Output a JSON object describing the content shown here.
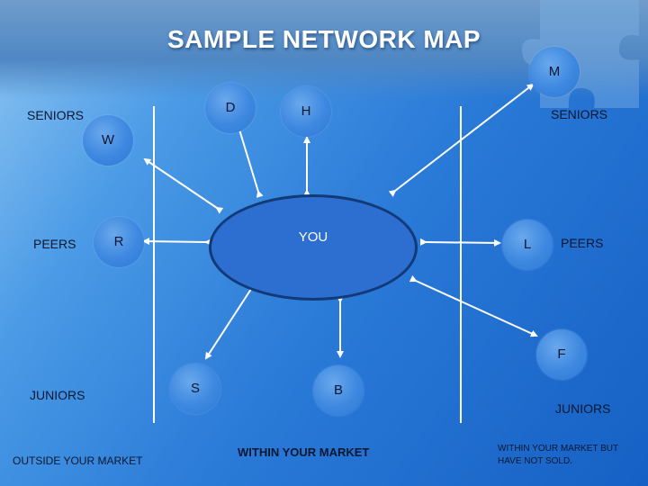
{
  "title": "SAMPLE NETWORK MAP",
  "center_node": "YOU",
  "nodes": {
    "M": "M",
    "D": "D",
    "H": "H",
    "W": "W",
    "R": "R",
    "L": "L",
    "F": "F",
    "S": "S",
    "B": "B"
  },
  "left_column": {
    "seniors": "SENIORS",
    "peers": "PEERS",
    "juniors": "JUNIORS",
    "caption": "OUTSIDE YOUR MARKET"
  },
  "middle_column": {
    "caption": "WITHIN YOUR MARKET"
  },
  "right_column": {
    "seniors": "SENIORS",
    "peers": "PEERS",
    "juniors": "JUNIORS",
    "caption": "WITHIN YOUR  MARKET BUT HAVE NOT SOLD."
  },
  "colors": {
    "background": "#2a7ad8",
    "arrow": "#ffffff",
    "center_fill": "#2c6fd0",
    "center_border": "#123a78",
    "label_text": "#0b1730"
  }
}
